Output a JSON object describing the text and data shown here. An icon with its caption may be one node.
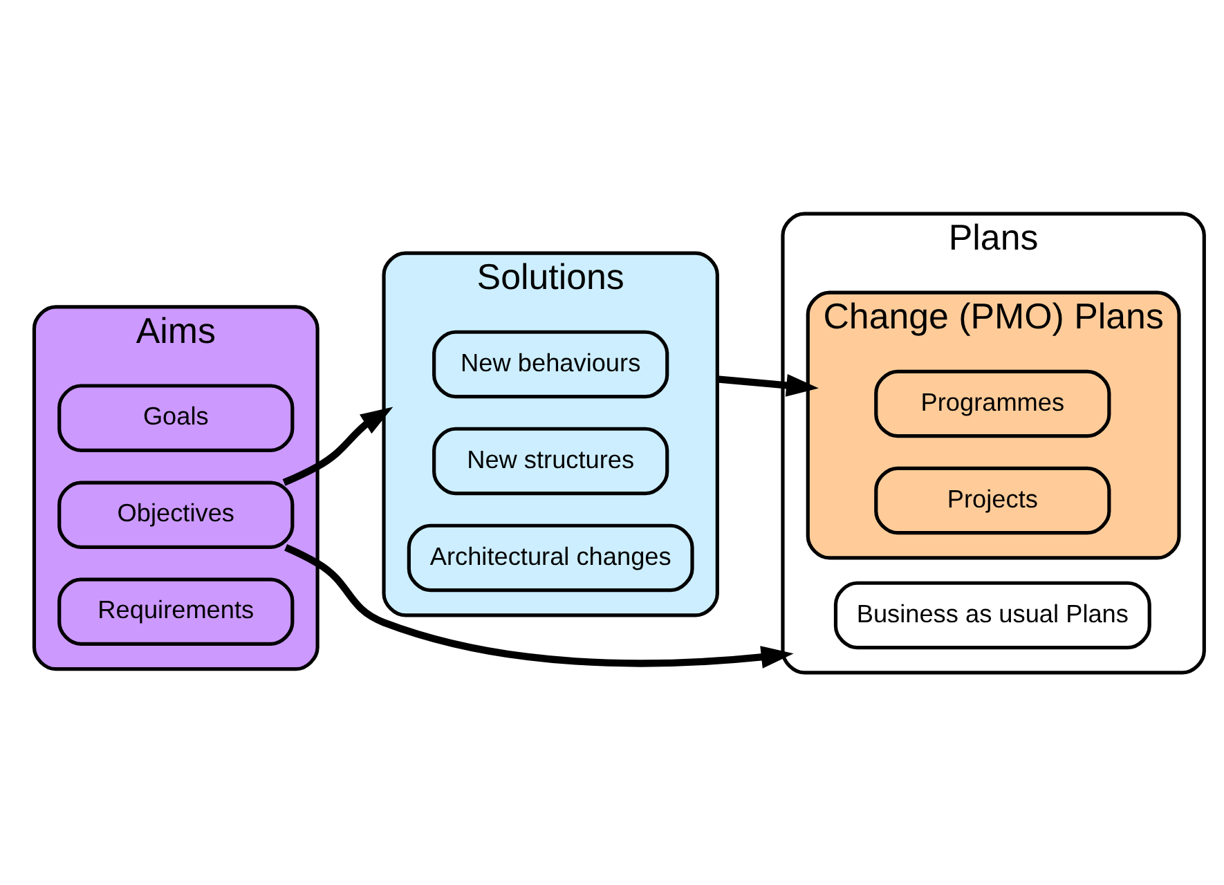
{
  "diagram": {
    "nodes": [
      {
        "text": [
          "Aims"
        ]
      },
      {
        "text": [
          "Goals"
        ],
        "in": 0
      },
      {
        "text": [
          "Objectives"
        ],
        "in": 0
      },
      {
        "text": [
          "Requirements"
        ],
        "in": 0
      },
      {
        "text": [
          "Solutions"
        ]
      },
      {
        "text": [
          "New behaviours"
        ],
        "in": 4
      },
      {
        "text": [
          "New structures"
        ],
        "in": 4
      },
      {
        "text": [
          "Architectural changes"
        ],
        "in": 4
      },
      {
        "text": [
          "Plans"
        ]
      },
      {
        "text": [
          "Business as usual Plans"
        ],
        "in": 8
      },
      {
        "text": [
          "Change (PMO) Plans"
        ],
        "in": 8
      },
      {
        "text": [
          "Programmes"
        ],
        "in": 10
      },
      {
        "text": [
          "Projects"
        ],
        "in": 10
      }
    ],
    "edges": [
      {
        "from": 2,
        "to": 8,
        "arrow": "to"
      },
      {
        "from": 2,
        "to": 4,
        "arrow": "to"
      },
      {
        "from": 4,
        "to": 10,
        "arrow": "to"
      }
    ]
  }
}
